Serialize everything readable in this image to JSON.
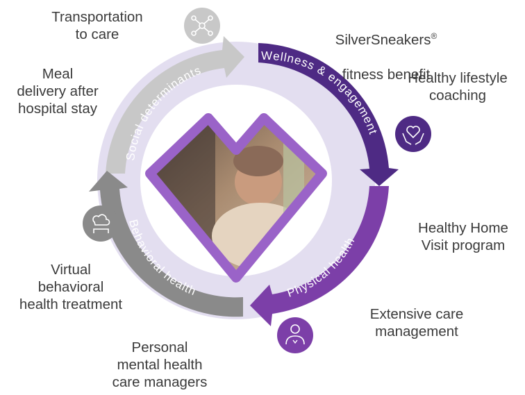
{
  "diagram": {
    "segments": [
      {
        "label": "Social determinants",
        "color": "#c8c8c8",
        "arrow_color": "#c4c4c4"
      },
      {
        "label": "Wellness & engagement",
        "color": "#4e2a84",
        "arrow_color": "#d8d0ea"
      },
      {
        "label": "Physical health",
        "color": "#7c3fa8",
        "arrow_color": "#d8d0ea"
      },
      {
        "label": "Behavioral health",
        "color": "#8a8a8a",
        "arrow_color": "#d8d0ea"
      }
    ],
    "benefits": {
      "transportation": "Transportation\nto care",
      "meal": "Meal\ndelivery after\nhospital stay",
      "silversneakers": "SilverSneakers",
      "silversneakers_mark": "®",
      "silversneakers_line2": "fitness benefit",
      "lifestyle": "Healthy lifestyle\ncoaching",
      "home_visit": "Healthy Home\nVisit program",
      "care_mgmt": "Extensive care\nmanagement",
      "virtual": "Virtual\nbehavioral\nhealth treatment",
      "mental": "Personal\nmental health\ncare managers"
    },
    "icons": [
      "network-icon",
      "heart-hands-icon",
      "doctor-icon",
      "head-cloud-icon"
    ],
    "colors": {
      "ring": "#e3def0",
      "heart_outline": "#9a63c8",
      "purple_dark": "#4e2a84",
      "purple_mid": "#7c3fa8",
      "gray_light": "#c8c8c8",
      "gray_mid": "#8a8a8a"
    }
  }
}
